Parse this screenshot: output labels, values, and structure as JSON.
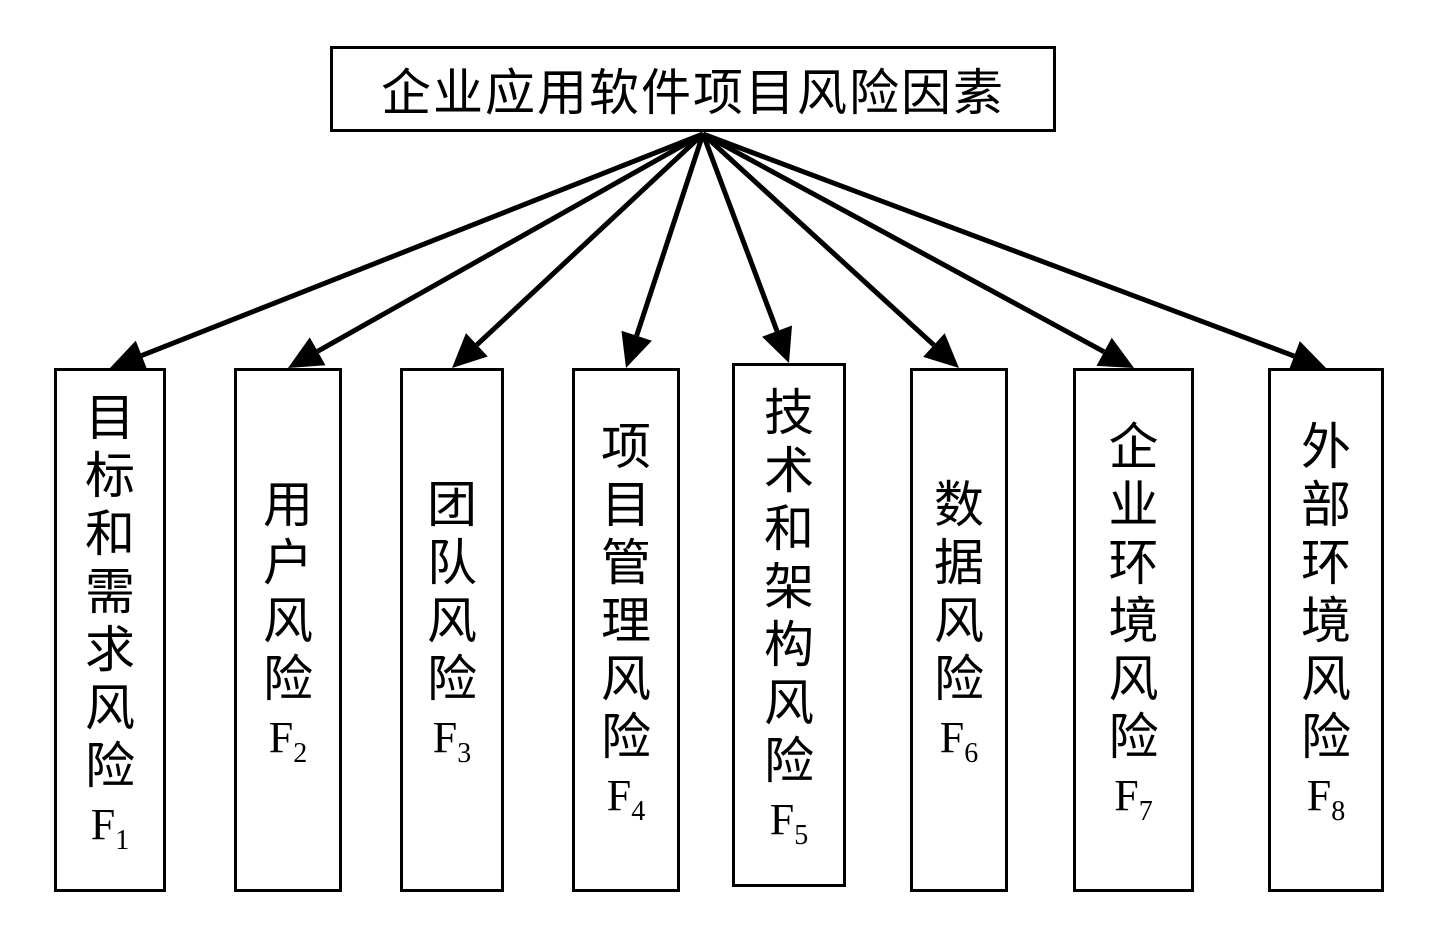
{
  "diagram": {
    "root": {
      "label": "企业应用软件项目风险因素"
    },
    "children": [
      {
        "label": "目标和需求风险",
        "code_letter": "F",
        "code_sub": "1"
      },
      {
        "label": "用户风险",
        "code_letter": "F",
        "code_sub": "2"
      },
      {
        "label": "团队风险",
        "code_letter": "F",
        "code_sub": "3"
      },
      {
        "label": "项目管理风险",
        "code_letter": "F",
        "code_sub": "4"
      },
      {
        "label": "技术和架构风险",
        "code_letter": "F",
        "code_sub": "5"
      },
      {
        "label": "数据风险",
        "code_letter": "F",
        "code_sub": "6"
      },
      {
        "label": "企业环境风险",
        "code_letter": "F",
        "code_sub": "7"
      },
      {
        "label": "外部环境风险",
        "code_letter": "F",
        "code_sub": "8"
      }
    ],
    "colors": {
      "stroke": "#000000",
      "background": "#ffffff"
    }
  }
}
